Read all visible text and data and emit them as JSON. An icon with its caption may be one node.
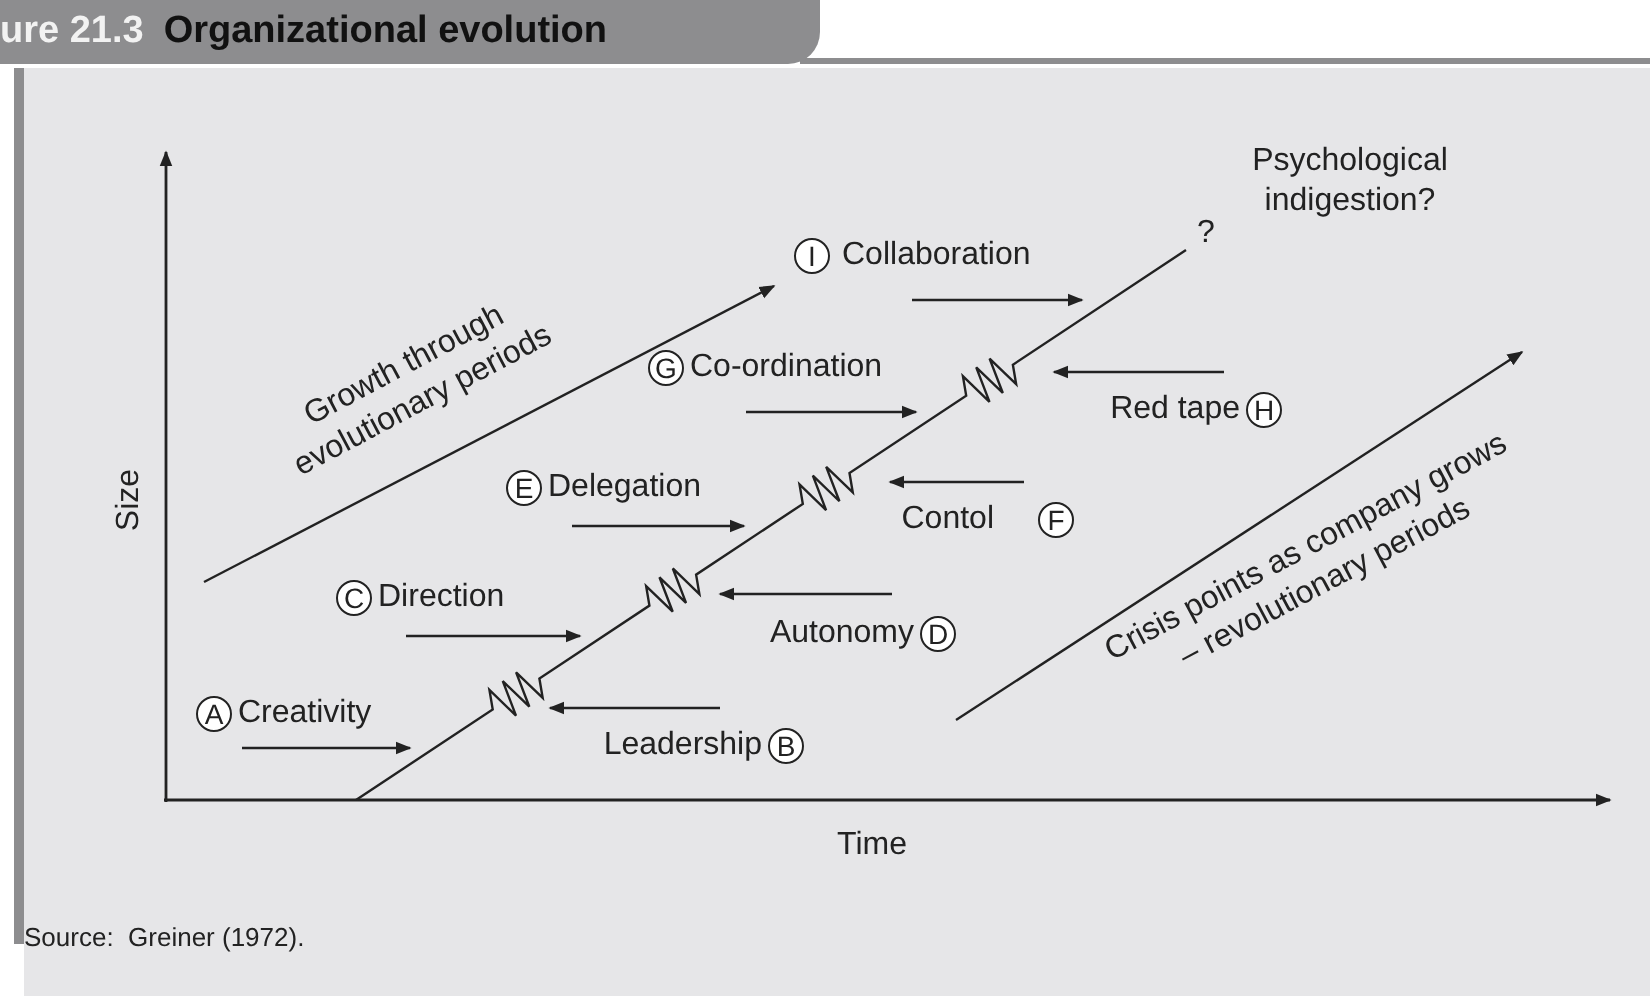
{
  "diagram": {
    "title": "Organizational evolution",
    "caption": "Source:  Greiner (1972).",
    "nodes": [
      {
        "text": [
          "A"
        ],
        "beside": [
          "Creativity"
        ]
      },
      {
        "text": [
          "B"
        ],
        "beside": [
          "Leadership"
        ]
      },
      {
        "text": [
          "C"
        ],
        "beside": [
          "Direction"
        ]
      },
      {
        "text": [
          "D"
        ],
        "beside": [
          "Autonomy"
        ]
      },
      {
        "text": [
          "E"
        ],
        "beside": [
          "Delegation"
        ]
      },
      {
        "text": [
          "F"
        ],
        "beside": [
          "Contol"
        ]
      },
      {
        "text": [
          "G"
        ],
        "beside": [
          "Co-ordination"
        ]
      },
      {
        "text": [
          "H"
        ],
        "beside": [
          "Red tape"
        ]
      },
      {
        "text": [
          "I"
        ],
        "beside": [
          "Collaboration"
        ]
      }
    ],
    "labels": [
      "ure 21.3",
      "Psychological indigestion?",
      "Growth through evolutionary periods",
      "?",
      "Size",
      "Crisis points as company grows – revolutionary periods",
      "Time"
    ]
  }
}
